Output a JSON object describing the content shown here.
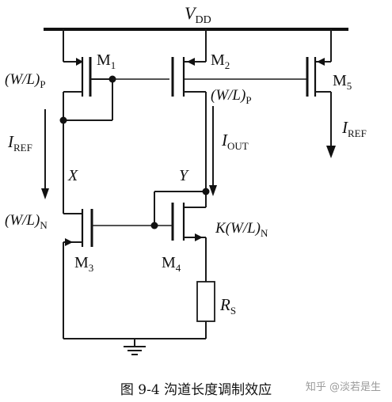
{
  "diagram": {
    "supply": {
      "main": "V",
      "sub": "DD"
    },
    "transistors": {
      "m1": {
        "main": "M",
        "sub": "1"
      },
      "m2": {
        "main": "M",
        "sub": "2"
      },
      "m3": {
        "main": "M",
        "sub": "3"
      },
      "m4": {
        "main": "M",
        "sub": "4"
      },
      "m5": {
        "main": "M",
        "sub": "5"
      }
    },
    "ratios": {
      "p_left": {
        "main": "(W/L)",
        "sub": "P"
      },
      "p_right": {
        "main": "(W/L)",
        "sub": "P"
      },
      "n_left": {
        "main": "(W/L)",
        "sub": "N"
      },
      "n_right": {
        "main": "K(W/L)",
        "sub": "N"
      }
    },
    "currents": {
      "iref_left": {
        "main": "I",
        "sub": "REF"
      },
      "iout": {
        "main": "I",
        "sub": "OUT"
      },
      "iref_right": {
        "main": "I",
        "sub": "REF"
      }
    },
    "nodes": {
      "x": "X",
      "y": "Y"
    },
    "resistor": {
      "main": "R",
      "sub": "S"
    }
  },
  "caption": "图 9-4  沟道长度调制效应",
  "watermark": "知乎 @淡若是生"
}
